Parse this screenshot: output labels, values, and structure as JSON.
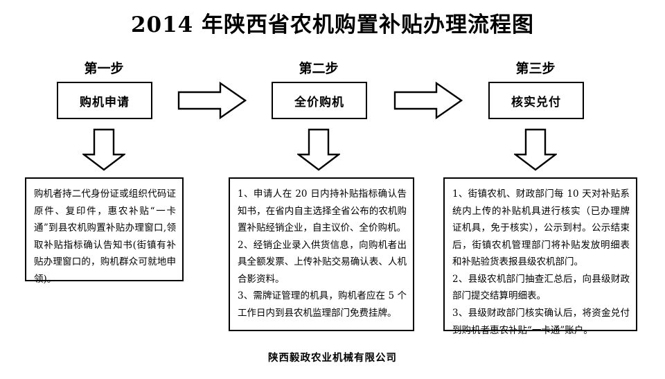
{
  "document": {
    "title": "2014 年陕西省农机购置补贴办理流程图",
    "footer": "陕西毅政农业机械有限公司",
    "background_color": "#ffffff",
    "line_color": "#000000"
  },
  "steps": [
    {
      "caption": "第一步",
      "box_label": "购机申请",
      "detail": "购机者持二代身份证或组织代码证原件、复印件，惠农补贴“一卡通”到县农机购置补贴办理窗口,领取补贴指标确认告知书(街镇有补贴办理窗口的，购机群众可就地申领)。"
    },
    {
      "caption": "第二步",
      "box_label": "全价购机",
      "detail": "1、申请人在 20 日内持补贴指标确认告知书，在省内自主选择全省公布的农机购置补贴经销企业，自主议价、全价购机。\n2、经销企业录入供货信息，向购机者出具全额发票、上传补贴交易确认表、人机合影资料。\n3、需牌证管理的机具，购机者应在 5 个工作日内到县农机监理部门免费挂牌。"
    },
    {
      "caption": "第三步",
      "box_label": "核实兑付",
      "detail": "1、街镇农机、财政部门每 10 天对补贴系统内上传的补贴机具进行核实（已办理牌证机具，免于核实），公示到村。公示结束后，街镇农机管理部门将补贴发放明细表和补贴验货表报县级农机部门。\n2、县级农机部门抽查汇总后，向县级财政部门提交结算明细表。\n3、县级财政部门核实确认后，将资金兑付到购机者惠农补贴“一卡通”账户。"
    }
  ],
  "connectors": {
    "right_arrow_count": 2,
    "down_arrow_count": 3,
    "style": "hollow-block-arrow"
  }
}
